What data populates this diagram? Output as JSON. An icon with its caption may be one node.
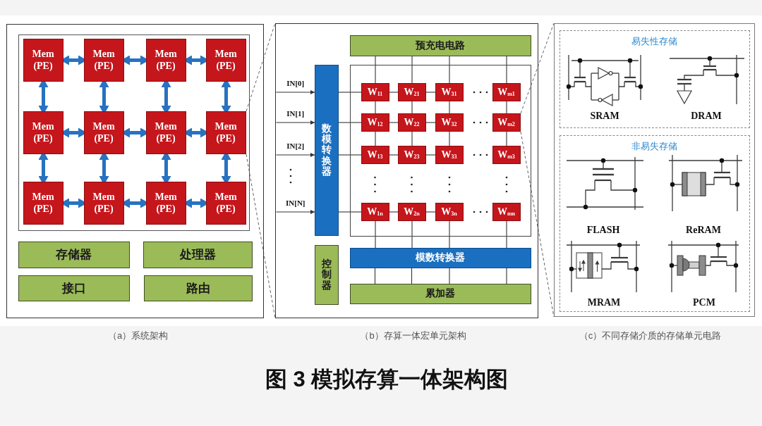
{
  "diagram": {
    "caption": "图 3 模拟存算一体架构图",
    "nodes": [
      {
        "text": [],
        "shape": "box",
        "beside": [
          "（a）系统架构"
        ]
      },
      {
        "text": [],
        "shape": "box",
        "in": 0
      },
      {
        "text": [
          "Mem (PE)"
        ],
        "in": 1
      },
      {
        "text": [
          "Mem (PE)"
        ],
        "in": 1
      },
      {
        "text": [
          "Mem (PE)"
        ],
        "in": 1
      },
      {
        "text": [
          "Mem (PE)"
        ],
        "in": 1
      },
      {
        "text": [
          "Mem (PE)"
        ],
        "in": 1
      },
      {
        "text": [
          "Mem (PE)"
        ],
        "in": 1
      },
      {
        "text": [
          "Mem (PE)"
        ],
        "in": 1
      },
      {
        "text": [
          "Mem (PE)"
        ],
        "in": 1
      },
      {
        "text": [
          "Mem (PE)"
        ],
        "in": 1
      },
      {
        "text": [
          "Mem (PE)"
        ],
        "in": 1
      },
      {
        "text": [
          "Mem (PE)"
        ],
        "in": 1
      },
      {
        "text": [
          "Mem (PE)"
        ],
        "in": 1
      },
      {
        "text": [
          "存储器"
        ],
        "in": 0
      },
      {
        "text": [
          "处理器"
        ],
        "in": 0
      },
      {
        "text": [
          "接口"
        ],
        "in": 0
      },
      {
        "text": [
          "路由"
        ],
        "in": 0
      },
      {
        "text": [],
        "shape": "box",
        "beside": [
          "（b）存算一体宏单元架构"
        ]
      },
      {
        "text": [
          "预充电电路"
        ],
        "in": 18
      },
      {
        "text": [
          "数模转换器"
        ],
        "in": 18
      },
      {
        "text": [],
        "shape": "box",
        "in": 18
      },
      {
        "text": [
          "W$_{11}$"
        ],
        "in": 21
      },
      {
        "text": [
          "W$_{21}$"
        ],
        "in": 21
      },
      {
        "text": [
          "W$_{31}$"
        ],
        "in": 21
      },
      {
        "text": [
          "W$_{m1}$"
        ],
        "in": 21
      },
      {
        "text": [
          "W$_{12}$"
        ],
        "in": 21
      },
      {
        "text": [
          "W$_{22}$"
        ],
        "in": 21
      },
      {
        "text": [
          "W$_{32}$"
        ],
        "in": 21
      },
      {
        "text": [
          "W$_{m2}$"
        ],
        "in": 21
      },
      {
        "text": [
          "W$_{13}$"
        ],
        "in": 21
      },
      {
        "text": [
          "W$_{23}$"
        ],
        "in": 21
      },
      {
        "text": [
          "W$_{33}$"
        ],
        "in": 21
      },
      {
        "text": [
          "W$_{m3}$"
        ],
        "in": 21
      },
      {
        "text": [
          "W$_{1n}$"
        ],
        "in": 21
      },
      {
        "text": [
          "W$_{2n}$"
        ],
        "in": 21
      },
      {
        "text": [
          "W$_{3n}$"
        ],
        "in": 21
      },
      {
        "text": [
          "W$_{mn}$"
        ],
        "in": 21
      },
      {
        "text": [
          "控制器"
        ],
        "in": 18
      },
      {
        "text": [
          "模数转换器"
        ],
        "in": 18
      },
      {
        "text": [
          "累加器"
        ],
        "in": 18
      },
      {
        "text": [],
        "shape": "box",
        "beside": [
          "（c）不同存储介质的存储单元电路"
        ]
      },
      {
        "text": [
          "易失性存储"
        ],
        "in": 41
      },
      {
        "text": [
          "非易失存储"
        ],
        "in": 41
      }
    ],
    "edges": [
      {
        "from": 2,
        "to": 3,
        "arrow": "both",
        "style": "thick",
        "color": "#2872c0"
      },
      {
        "from": 3,
        "to": 4,
        "arrow": "both",
        "style": "thick",
        "color": "#2872c0"
      },
      {
        "from": 4,
        "to": 5,
        "arrow": "both",
        "style": "thick",
        "color": "#2872c0"
      },
      {
        "from": 6,
        "to": 7,
        "arrow": "both",
        "style": "thick",
        "color": "#2872c0"
      },
      {
        "from": 7,
        "to": 8,
        "arrow": "both",
        "style": "thick",
        "color": "#2872c0"
      },
      {
        "from": 8,
        "to": 9,
        "arrow": "both",
        "style": "thick",
        "color": "#2872c0"
      },
      {
        "from": 10,
        "to": 11,
        "arrow": "both",
        "style": "thick",
        "color": "#2872c0"
      },
      {
        "from": 11,
        "to": 12,
        "arrow": "both",
        "style": "thick",
        "color": "#2872c0"
      },
      {
        "from": 12,
        "to": 13,
        "arrow": "both",
        "style": "thick",
        "color": "#2872c0"
      },
      {
        "from": 2,
        "to": 6,
        "arrow": "both",
        "style": "thick",
        "color": "#2872c0"
      },
      {
        "from": 3,
        "to": 7,
        "arrow": "both",
        "style": "thick",
        "color": "#2872c0"
      },
      {
        "from": 4,
        "to": 8,
        "arrow": "both",
        "style": "thick",
        "color": "#2872c0"
      },
      {
        "from": 5,
        "to": 9,
        "arrow": "both",
        "style": "thick",
        "color": "#2872c0"
      },
      {
        "from": 6,
        "to": 10,
        "arrow": "both",
        "style": "thick",
        "color": "#2872c0"
      },
      {
        "from": 7,
        "to": 11,
        "arrow": "both",
        "style": "thick",
        "color": "#2872c0"
      },
      {
        "from": 8,
        "to": 12,
        "arrow": "both",
        "style": "thick",
        "color": "#2872c0"
      },
      {
        "from": 9,
        "to": 13,
        "arrow": "both",
        "style": "thick",
        "color": "#2872c0"
      },
      {
        "from": 9,
        "to": 18,
        "arrow": "none",
        "style": "dashed",
        "color": "#666666"
      },
      {
        "from": 9,
        "to": 18,
        "arrow": "none",
        "style": "dashed",
        "color": "#666666"
      },
      {
        "from": 29,
        "to": 41,
        "arrow": "none",
        "style": "dashed",
        "color": "#666666"
      },
      {
        "from": 29,
        "to": 41,
        "arrow": "none",
        "style": "dashed",
        "color": "#666666"
      },
      {
        "from": null,
        "to": 20,
        "arrow": "to",
        "label": "IN[0]"
      },
      {
        "from": null,
        "to": 20,
        "arrow": "to",
        "label": "IN[1]"
      },
      {
        "from": null,
        "to": 20,
        "arrow": "to",
        "label": "IN[2]"
      },
      {
        "from": null,
        "to": 20,
        "arrow": "to",
        "label": "IN[N]"
      },
      {
        "from": 20,
        "to": 22,
        "arrow": "none"
      },
      {
        "from": 20,
        "to": 26,
        "arrow": "none"
      },
      {
        "from": 20,
        "to": 30,
        "arrow": "none"
      },
      {
        "from": 20,
        "to": 34,
        "arrow": "none"
      },
      {
        "from": 22,
        "to": 23,
        "arrow": "none"
      },
      {
        "from": 23,
        "to": 24,
        "arrow": "none"
      },
      {
        "from": 26,
        "to": 27,
        "arrow": "none"
      },
      {
        "from": 27,
        "to": 28,
        "arrow": "none"
      },
      {
        "from": 30,
        "to": 31,
        "arrow": "none"
      },
      {
        "from": 31,
        "to": 32,
        "arrow": "none"
      },
      {
        "from": 34,
        "to": 35,
        "arrow": "none"
      },
      {
        "from": 35,
        "to": 36,
        "arrow": "none"
      },
      {
        "from": 19,
        "to": 22,
        "arrow": "none"
      },
      {
        "from": 19,
        "to": 23,
        "arrow": "none"
      },
      {
        "from": 19,
        "to": 24,
        "arrow": "none"
      },
      {
        "from": 19,
        "to": 25,
        "arrow": "none"
      },
      {
        "from": 22,
        "to": 26,
        "arrow": "none"
      },
      {
        "from": 26,
        "to": 30,
        "arrow": "none"
      },
      {
        "from": 23,
        "to": 27,
        "arrow": "none"
      },
      {
        "from": 27,
        "to": 31,
        "arrow": "none"
      },
      {
        "from": 24,
        "to": 28,
        "arrow": "none"
      },
      {
        "from": 28,
        "to": 32,
        "arrow": "none"
      },
      {
        "from": 25,
        "to": 29,
        "arrow": "none"
      },
      {
        "from": 29,
        "to": 33,
        "arrow": "none"
      },
      {
        "from": 34,
        "to": 39,
        "arrow": "none"
      },
      {
        "from": 35,
        "to": 39,
        "arrow": "none"
      },
      {
        "from": 36,
        "to": 39,
        "arrow": "none"
      },
      {
        "from": 37,
        "to": 39,
        "arrow": "none"
      },
      {
        "from": 39,
        "to": 40,
        "arrow": "none"
      },
      {
        "from": 39,
        "to": 40,
        "arrow": "none"
      },
      {
        "from": 39,
        "to": 40,
        "arrow": "none"
      },
      {
        "from": 39,
        "to": 40,
        "arrow": "none"
      }
    ],
    "labels": [
      "SRAM",
      "DRAM",
      "FLASH",
      "ReRAM",
      "MRAM",
      "PCM"
    ]
  }
}
